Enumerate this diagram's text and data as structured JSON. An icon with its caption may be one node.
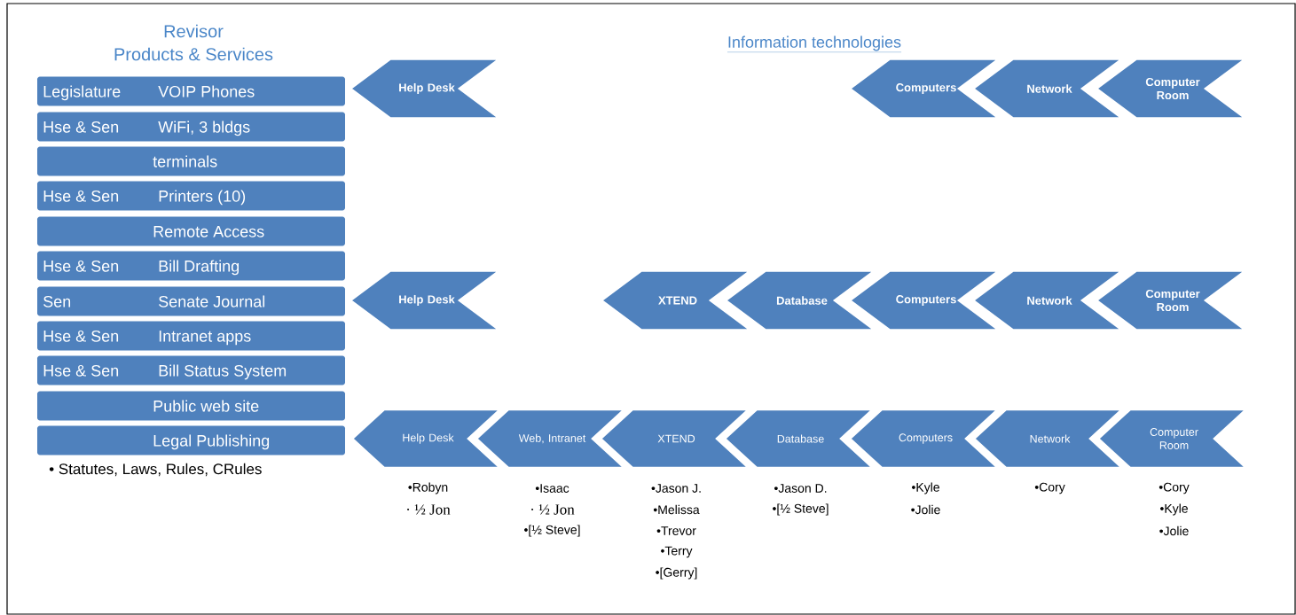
{
  "diagram": {
    "nodes": [
      {
        "text": [
          "Legislature",
          "VOIP Phones"
        ]
      },
      {
        "text": [
          "Hse & Sen",
          "WiFi, 3 bldgs"
        ]
      },
      {
        "text": [
          "terminals"
        ]
      },
      {
        "text": [
          "Hse & Sen",
          "Printers (10)"
        ]
      },
      {
        "text": [
          "Remote Access"
        ]
      },
      {
        "text": [
          "Hse & Sen",
          "Bill Drafting"
        ]
      },
      {
        "text": [
          "Sen",
          "Senate Journal"
        ]
      },
      {
        "text": [
          "Hse & Sen",
          "Intranet apps"
        ]
      },
      {
        "text": [
          "Hse & Sen",
          "Bill Status System"
        ]
      },
      {
        "text": [
          "Public web site"
        ]
      },
      {
        "text": [
          "Legal Publishing"
        ]
      },
      {
        "text": [
          "Help Desk"
        ]
      },
      {
        "text": [
          "Computers"
        ]
      },
      {
        "text": [
          "Network"
        ]
      },
      {
        "text": [
          "Computer Room"
        ]
      },
      {
        "text": [
          "Help Desk"
        ]
      },
      {
        "text": [
          "XTEND"
        ]
      },
      {
        "text": [
          "Database"
        ]
      },
      {
        "text": [
          "Computers"
        ]
      },
      {
        "text": [
          "Network"
        ]
      },
      {
        "text": [
          "Computer Room"
        ]
      },
      {
        "text": [
          "Help Desk"
        ],
        "beside": [
          "•Robyn",
          "· ½ Jon"
        ]
      },
      {
        "text": [
          "Web, Intranet"
        ],
        "beside": [
          "•Isaac",
          "· ½ Jon",
          "•[½ Steve]"
        ]
      },
      {
        "text": [
          "XTEND"
        ],
        "beside": [
          "•Jason J.",
          "•Melissa",
          "•Trevor",
          "•Terry",
          "•[Gerry]"
        ]
      },
      {
        "text": [
          "Database"
        ],
        "beside": [
          "•Jason D.",
          "•[½ Steve]"
        ]
      },
      {
        "text": [
          "Computers"
        ],
        "beside": [
          "•Kyle",
          "•Jolie"
        ]
      },
      {
        "text": [
          "Network"
        ],
        "beside": [
          "•Cory"
        ]
      },
      {
        "text": [
          "Computer Room"
        ],
        "beside": [
          "•Cory",
          "•Kyle",
          "•Jolie"
        ]
      }
    ],
    "labels": [
      "Revisor",
      "Products & Services",
      "Information technologies",
      "• Statutes, Laws, Rules, CRules"
    ]
  }
}
